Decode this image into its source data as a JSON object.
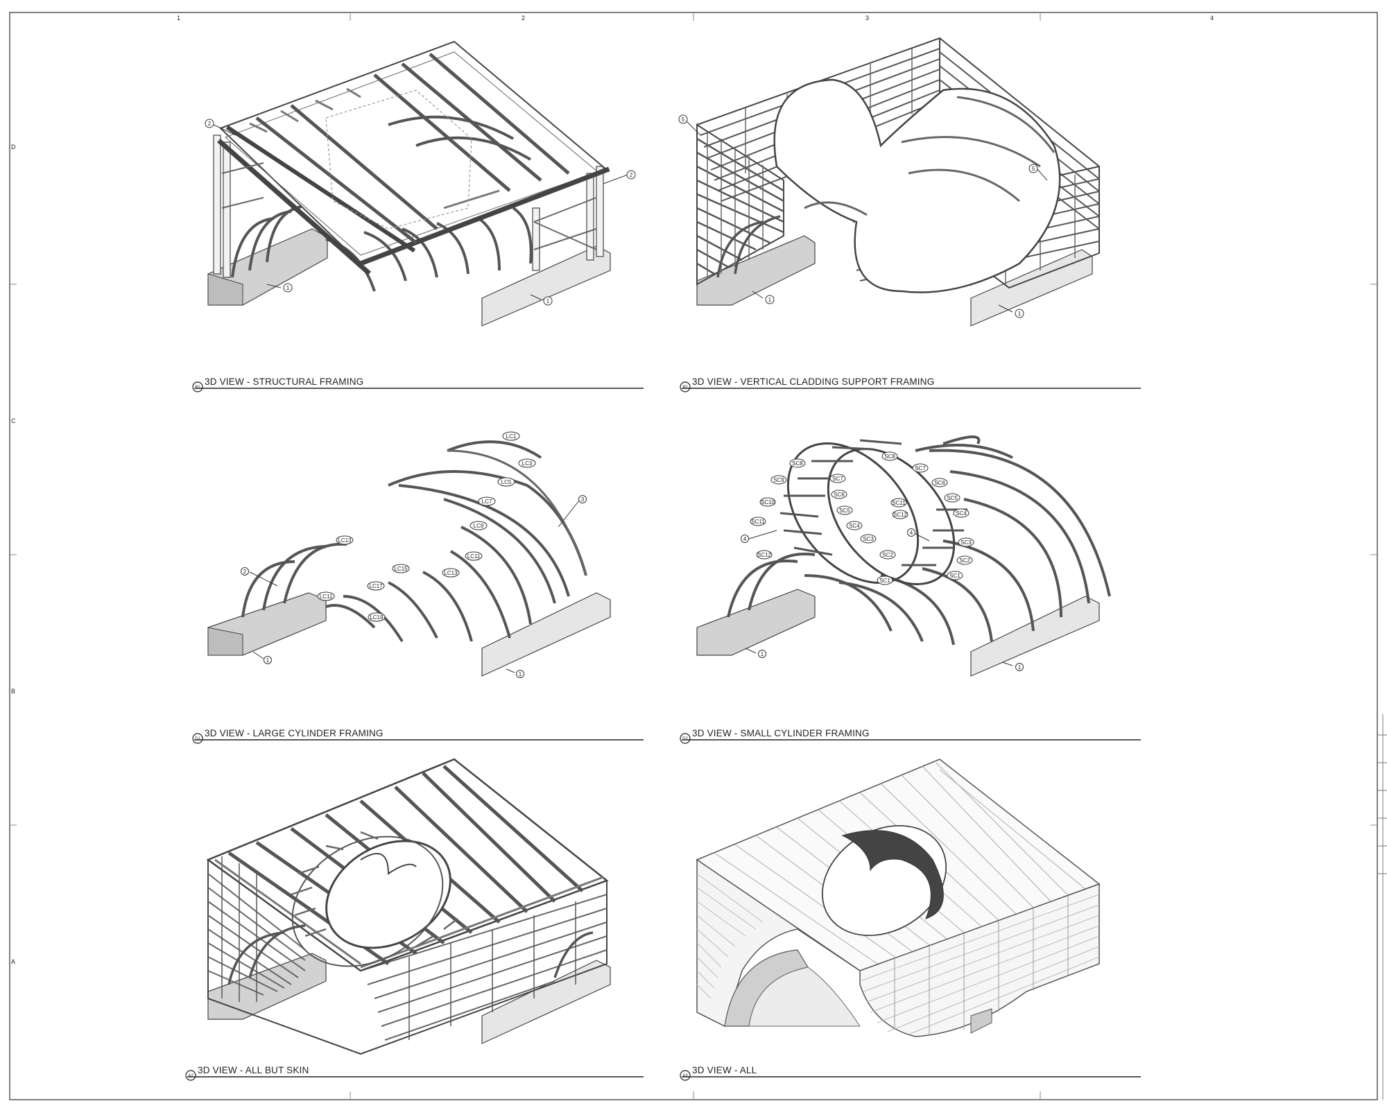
{
  "sheet": {
    "views": [
      {
        "id": "B1",
        "title": "3D VIEW - STRUCTURAL FRAMING",
        "callouts": [
          "1",
          "1",
          "2",
          "2"
        ]
      },
      {
        "id": "B2",
        "title": "3D VIEW - VERTICAL CLADDING SUPPORT FRAMING",
        "callouts": [
          "1",
          "1",
          "5",
          "5"
        ]
      },
      {
        "id": "D1",
        "title": "3D VIEW - LARGE CYLINDER FRAMING",
        "callouts": [
          "1",
          "1",
          "2",
          "3"
        ],
        "tags": [
          "LC1",
          "LC3",
          "LC5",
          "LC7",
          "LC9",
          "LC11",
          "LC13",
          "LC15",
          "LC17",
          "LC19",
          "LC13",
          "LC11"
        ]
      },
      {
        "id": "D2",
        "title": "3D VIEW - SMALL CYLINDER FRAMING",
        "callouts": [
          "1",
          "1",
          "4",
          "4"
        ],
        "tags": [
          "SC8",
          "SC9",
          "SC10",
          "SC11",
          "SC12",
          "SC7",
          "SC6",
          "SC5",
          "SC4",
          "SC3",
          "SC2",
          "SC1",
          "SC8",
          "SC7",
          "SC6",
          "SC5",
          "SC4",
          "SC3",
          "SC2",
          "SC1",
          "SC11",
          "SC12"
        ]
      },
      {
        "id": "A2",
        "title": "3D VIEW - ALL BUT SKIN"
      },
      {
        "id": "A3",
        "title": "3D VIEW - ALL"
      }
    ],
    "grid_top": [
      "1",
      "2",
      "3",
      "4"
    ],
    "grid_side": [
      "D",
      "C",
      "B",
      "A"
    ]
  }
}
